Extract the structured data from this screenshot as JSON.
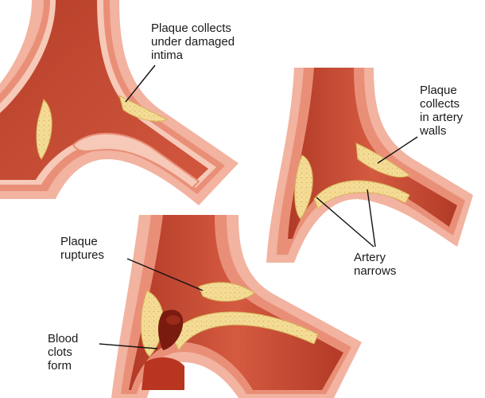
{
  "labels": {
    "plaque_collects_intima": [
      "Plaque collects",
      "under damaged",
      "intima"
    ],
    "plaque_collects_walls": [
      "Plaque",
      "collects",
      "in artery",
      "walls"
    ],
    "plaque_ruptures": [
      "Plaque",
      "ruptures"
    ],
    "artery_narrows": [
      "Artery",
      "narrows"
    ],
    "blood_clots_form": [
      "Blood",
      "clots",
      "form"
    ]
  },
  "colors": {
    "outer_wall": "#f2b3a0",
    "wall_band": "#e98f78",
    "inner_lining": "#f6c9b8",
    "lumen": "#c8452f",
    "lumen_dark": "#a9321f",
    "plaque": "#f3d98e",
    "plaque_edge": "#d7b25a",
    "clot": "#7a1b10",
    "leader": "#111111"
  }
}
